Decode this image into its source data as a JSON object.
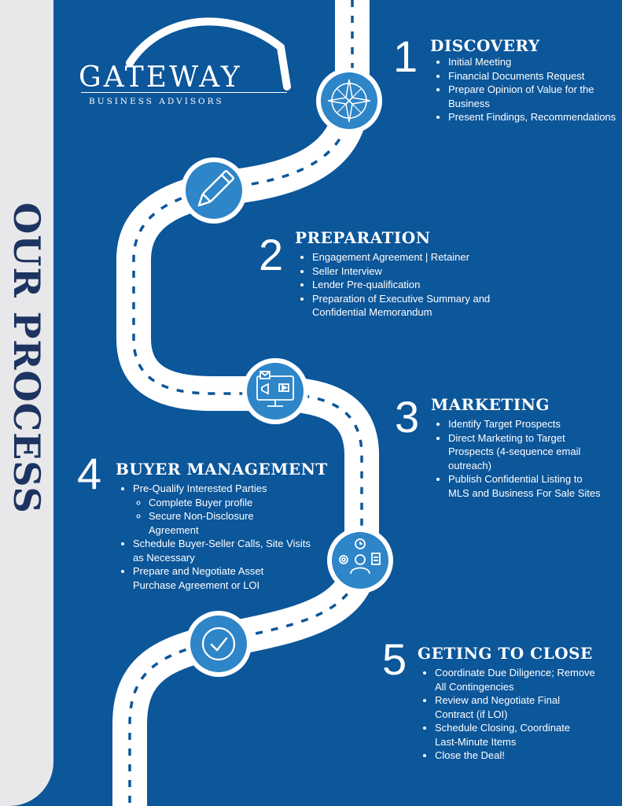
{
  "sidebar": {
    "title": "OUR PROCESS"
  },
  "logo": {
    "name": "GATEWAY",
    "tagline": "BUSINESS ADVISORS"
  },
  "steps": [
    {
      "number": "1",
      "title": "DISCOVERY",
      "icon": "compass-icon",
      "items": [
        "Initial Meeting",
        "Financial Documents Request",
        "Prepare Opinion of Value for the Business",
        "Present Findings, Recommendations"
      ]
    },
    {
      "number": "2",
      "title": "PREPARATION",
      "icon": "pencil-icon",
      "items": [
        "Engagement Agreement | Retainer",
        "Seller Interview",
        "Lender Pre-qualification",
        "Preparation of Executive Summary and Confidential Memorandum"
      ]
    },
    {
      "number": "3",
      "title": "MARKETING",
      "icon": "digital-marketing-icon",
      "items": [
        "Identify Target Prospects",
        "Direct Marketing to Target Prospects (4-sequence email outreach)",
        "Publish Confidential Listing to MLS and Business For Sale Sites"
      ]
    },
    {
      "number": "4",
      "title": "BUYER MANAGEMENT",
      "icon": "person-management-icon",
      "items": [
        "Pre-Qualify Interested Parties",
        "Schedule Buyer-Seller Calls, Site Visits as Necessary",
        "Prepare and Negotiate Asset Purchase Agreement or LOI"
      ],
      "subitems": [
        "Complete Buyer profile",
        "Secure Non-Disclosure Agreement"
      ]
    },
    {
      "number": "5",
      "title": "GETING TO CLOSE",
      "icon": "checkmark-icon",
      "items": [
        "Coordinate Due Diligence; Remove All Contingencies",
        "Review and Negotiate Final Contract (if LOI)",
        "Schedule Closing, Coordinate Last-Minute Items",
        "Close the Deal!"
      ]
    }
  ],
  "colors": {
    "background": "#0c569a",
    "sidebar": "#e8e8ea",
    "title_navy": "#1d3461",
    "road": "#ffffff",
    "icon_circle": "#2e85c8",
    "dash": "#0c569a"
  }
}
